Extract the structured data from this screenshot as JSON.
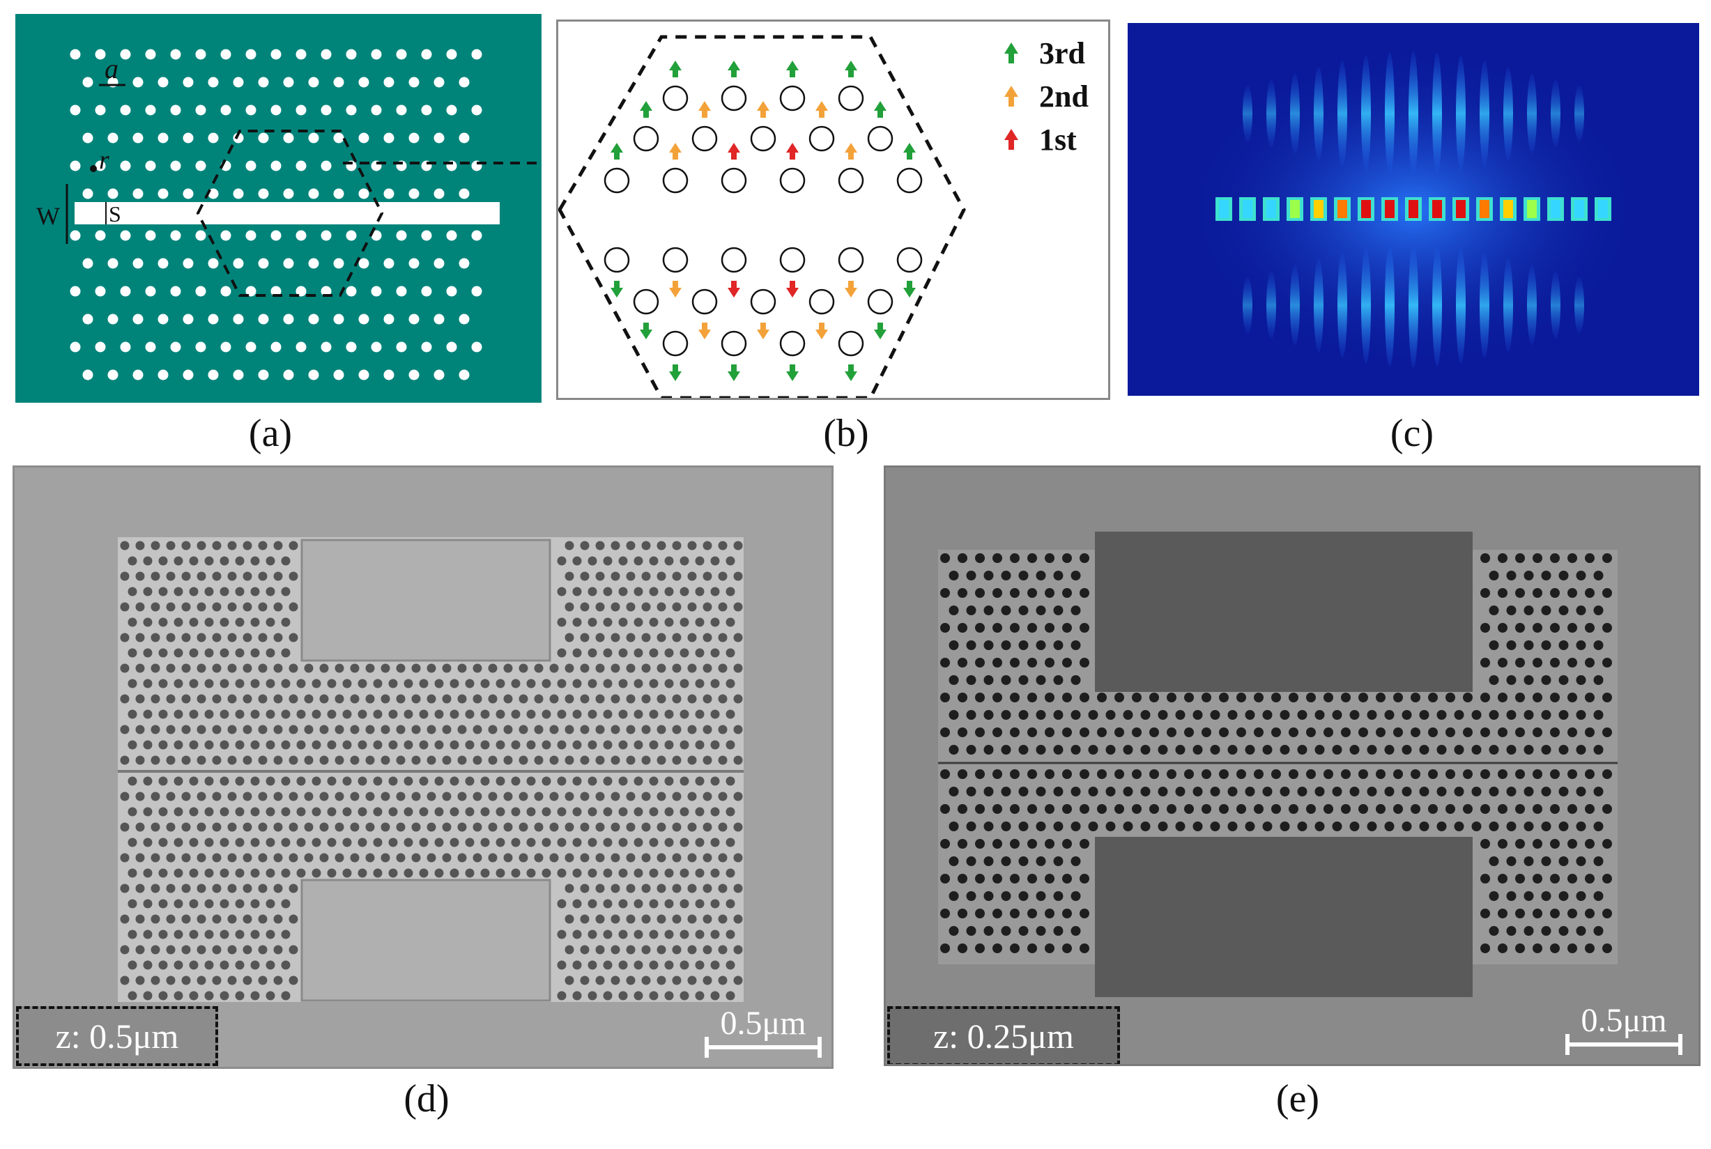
{
  "panels": {
    "a": {
      "caption": "(a)",
      "labels": {
        "lattice_constant": "a",
        "radius": "r",
        "width": "W",
        "shift": "S"
      }
    },
    "b": {
      "caption": "(b)",
      "legend": [
        {
          "label": "3rd",
          "color": "#22a03a"
        },
        {
          "label": "2nd",
          "color": "#f3a23a"
        },
        {
          "label": "1st",
          "color": "#e02626"
        }
      ]
    },
    "c": {
      "caption": "(c)"
    },
    "d": {
      "caption": "(d)",
      "zoom_label": "z: 0.5μm",
      "scale_label": "0.5μm"
    },
    "e": {
      "caption": "(e)",
      "zoom_label": "z: 0.25μm",
      "scale_label": "0.5μm"
    }
  },
  "colors": {
    "substrate_teal": "#00847a",
    "field_background": "#0a1a9a",
    "field_peak": "#e01010"
  }
}
